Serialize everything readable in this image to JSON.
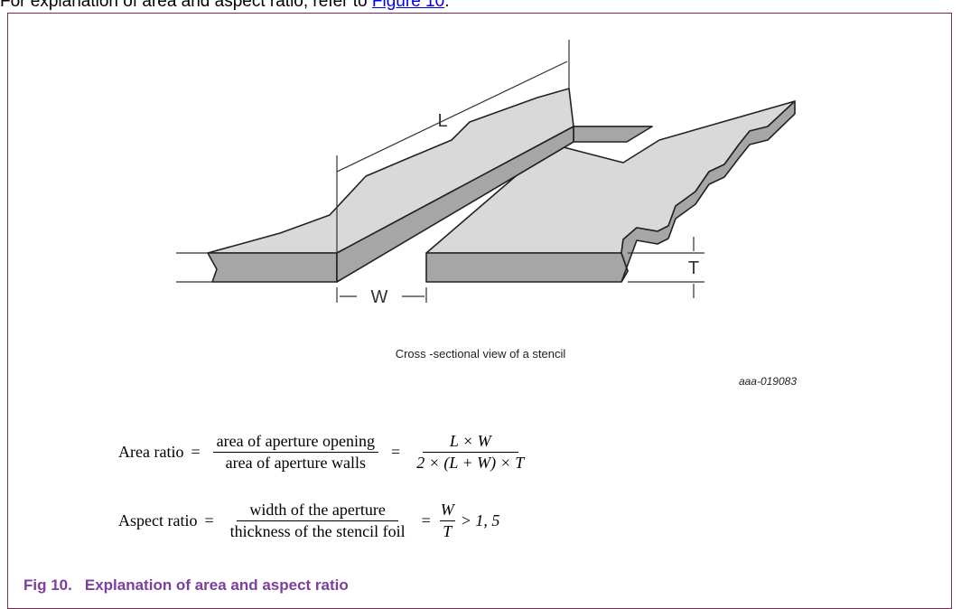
{
  "intro": {
    "text_before": "For explanation of area and aspect ratio, refer to ",
    "link": "Figure 10",
    "text_after": "."
  },
  "diagram": {
    "label_L": "L",
    "label_W": "W",
    "label_T": "T"
  },
  "caption": "Cross -sectional view of a stencil",
  "figure_id": "aaa-019083",
  "formulas": {
    "area_ratio": {
      "label": "Area ratio",
      "eq1": "=",
      "numerator": "area of aperture opening",
      "denominator": "area of aperture walls",
      "eq2": "=",
      "rhs_numerator": "L × W",
      "rhs_denominator": "2 × (L + W) × T"
    },
    "aspect_ratio": {
      "label": "Aspect ratio",
      "eq1": "=",
      "numerator": "width of the aperture",
      "denominator": "thickness of the stencil foil",
      "eq2": "=",
      "rhs_numerator": "W",
      "rhs_denominator": "T",
      "condition": "> 1, 5"
    }
  },
  "figure_title": {
    "number": "Fig 10.",
    "text": "Explanation of area and aspect ratio"
  },
  "colors": {
    "frame_border": "#7b2a5a",
    "title": "#7b3f9e",
    "link": "#0000ee",
    "stencil_top": "#d9d9d9",
    "stencil_side": "#a6a6a6"
  }
}
